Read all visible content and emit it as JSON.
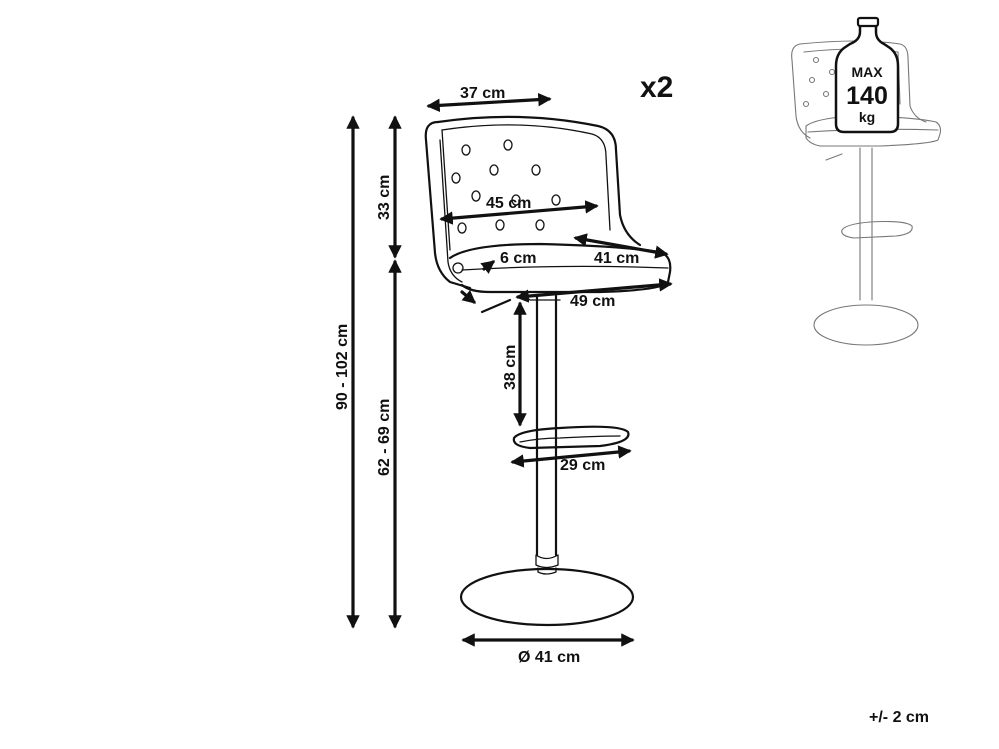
{
  "quantity": "x2",
  "tolerance": "+/- 2 cm",
  "dimensions": {
    "backrest_top_width": "37 cm",
    "backrest_height": "33 cm",
    "backrest_width": "45 cm",
    "seat_depth": "41 cm",
    "seat_thickness": "6 cm",
    "seat_width": "49 cm",
    "seat_underside_to_footrest": "38 cm",
    "footrest_width": "29 cm",
    "base_diameter": "Ø 41 cm",
    "total_height": "90 - 102 cm",
    "seat_height": "62 - 69 cm"
  },
  "max_load_badge": {
    "label_top": "MAX",
    "value": "140",
    "unit": "kg"
  }
}
